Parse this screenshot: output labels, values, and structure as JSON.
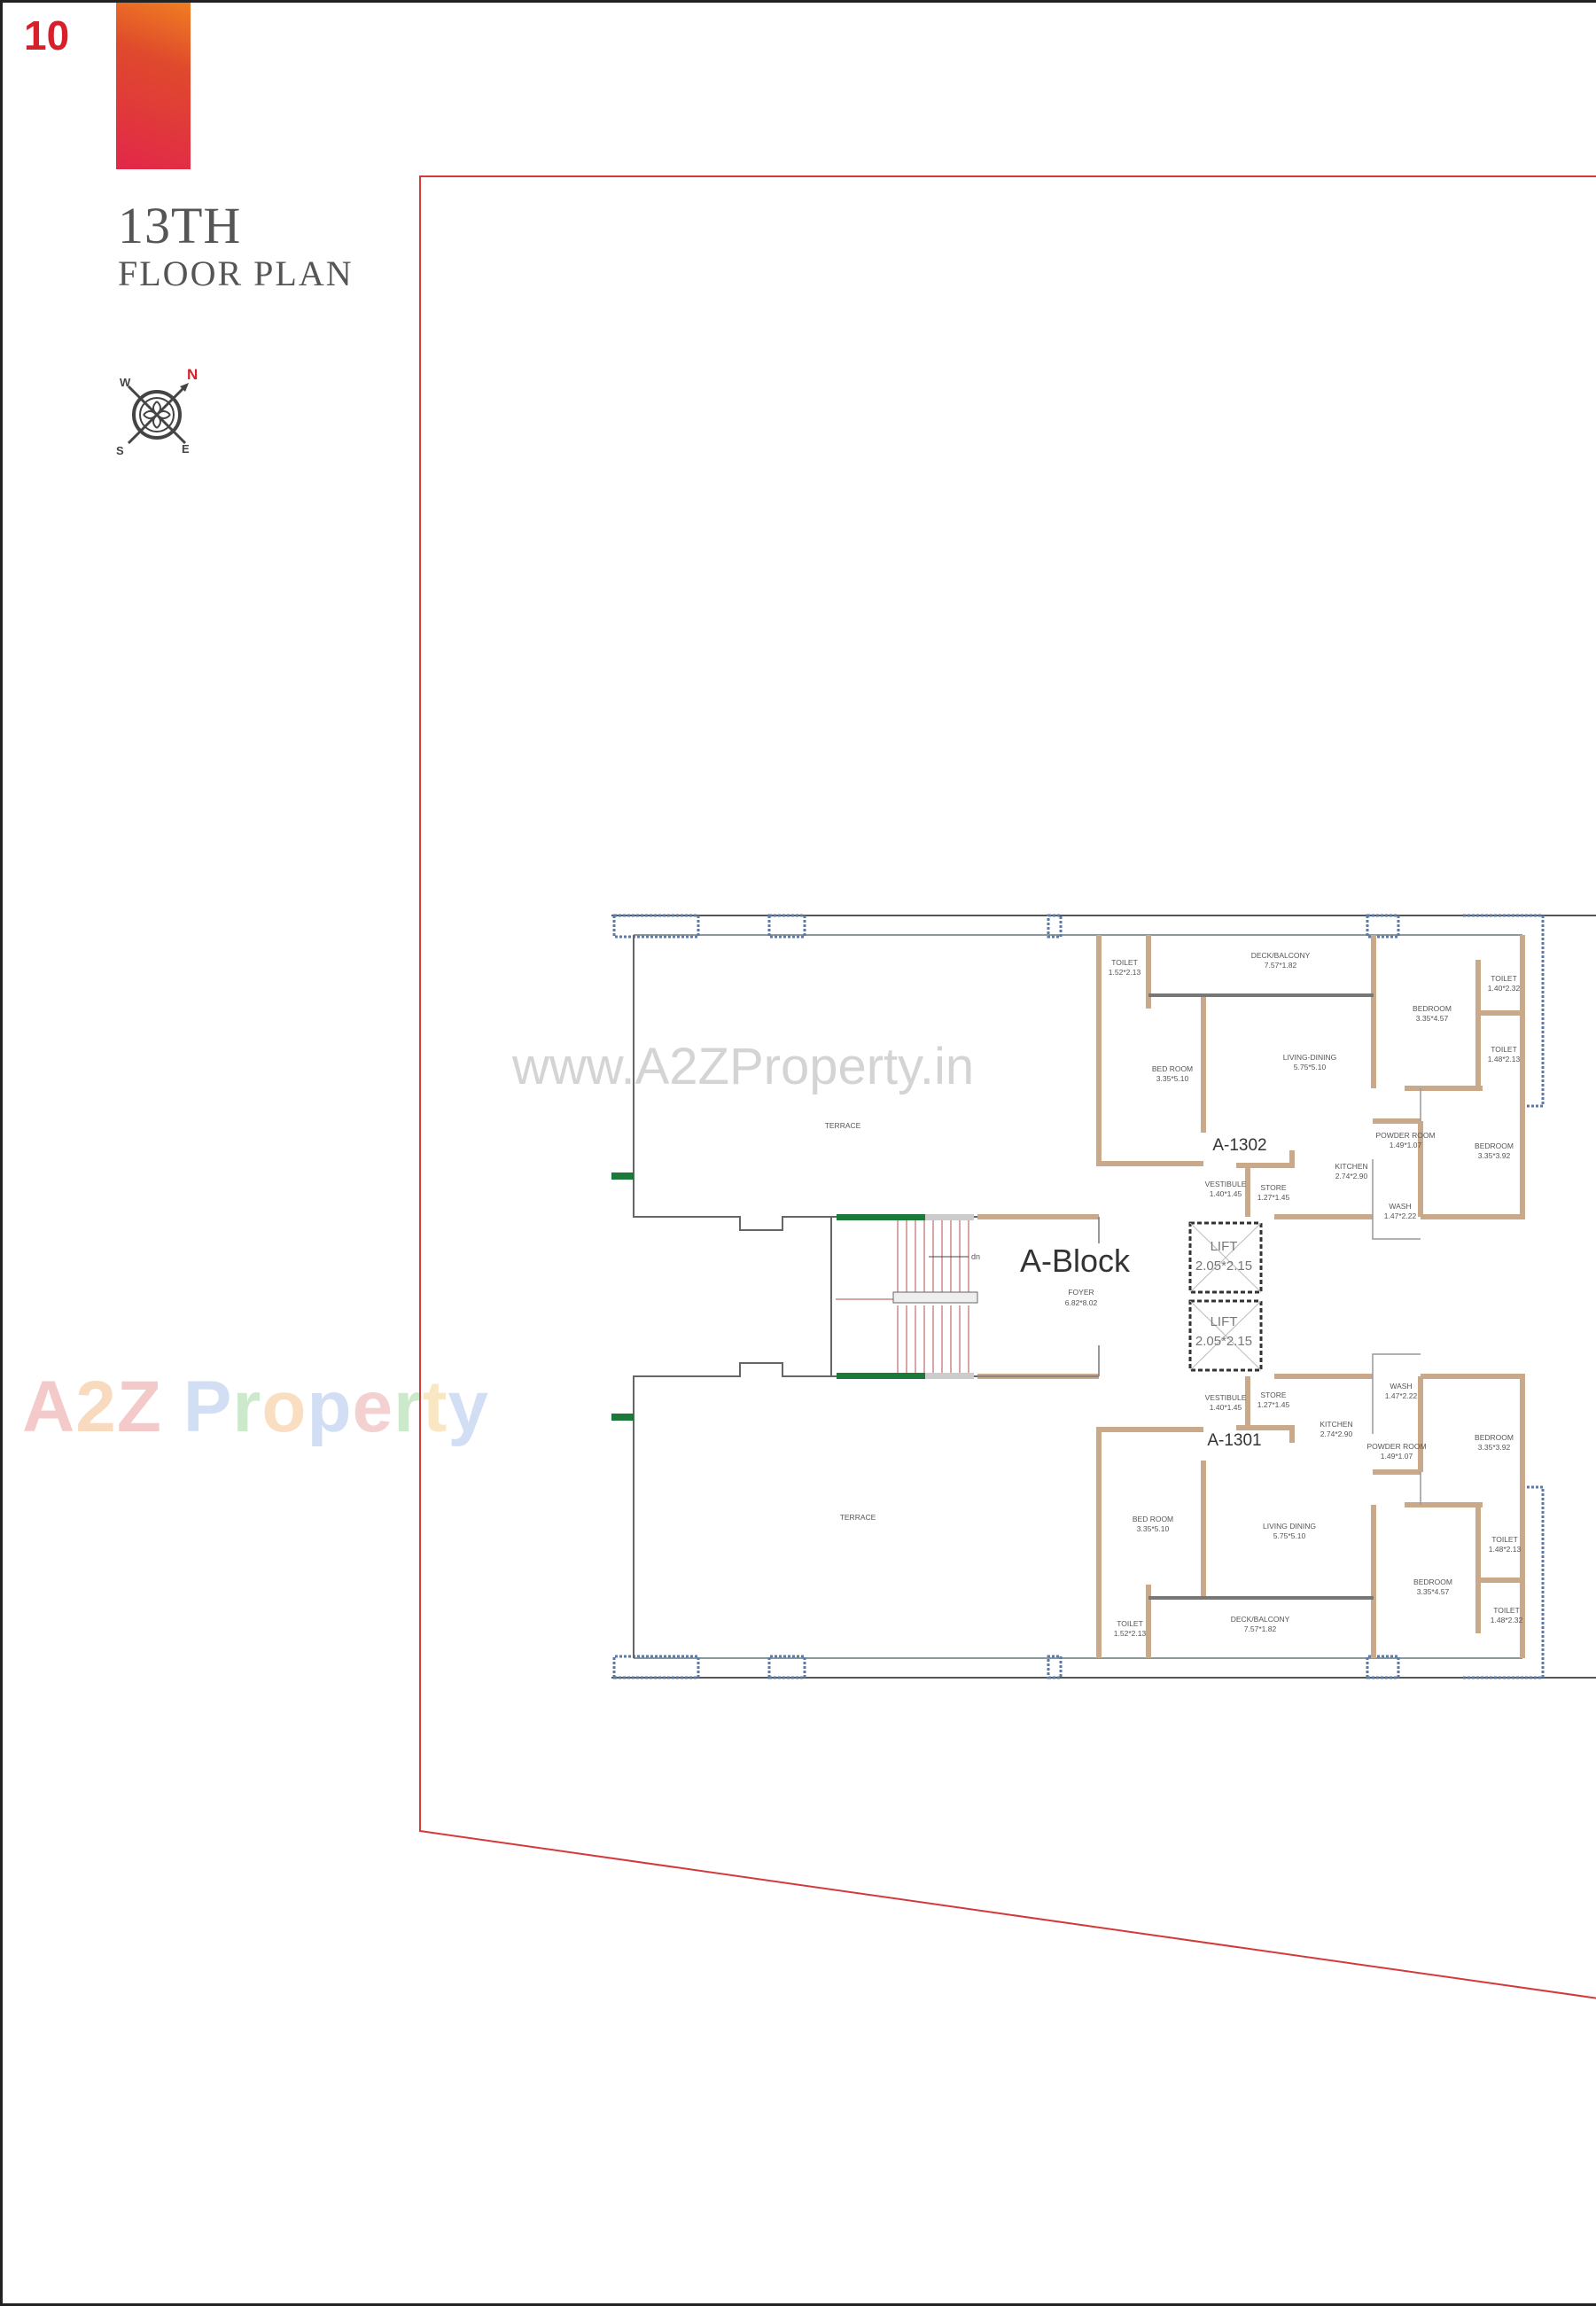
{
  "page": {
    "number": "10",
    "floor": "13TH",
    "title": "FLOOR PLAN"
  },
  "compass": {
    "north": "N",
    "south": "S",
    "east": "E",
    "west": "W"
  },
  "colors": {
    "accent_red": "#d7202a",
    "gradient_top": "#f07e22",
    "gradient_bottom": "#e2274a",
    "site_boundary": "#d33a3a",
    "wall_hatch": "#c9a98a",
    "stair_green": "#1b7a3a"
  },
  "plan": {
    "block": "A-Block",
    "foyer": {
      "name": "FOYER",
      "size": "6.82*8.02"
    },
    "lifts": [
      {
        "name": "LIFT",
        "size": "2.05*2.15"
      },
      {
        "name": "LIFT",
        "size": "2.05*2.15"
      }
    ],
    "stair_note": "dn",
    "terraces": [
      "TERRACE",
      "TERRACE"
    ],
    "units": [
      {
        "id": "A-1302",
        "rooms": [
          {
            "name": "TOILET",
            "size": "1.52*2.13"
          },
          {
            "name": "DECK/BALCONY",
            "size": "7.57*1.82"
          },
          {
            "name": "BEDROOM",
            "size": "3.35*4.57"
          },
          {
            "name": "TOILET",
            "size": "1.40*2.32"
          },
          {
            "name": "TOILET",
            "size": "1.48*2.13"
          },
          {
            "name": "BED ROOM",
            "size": "3.35*5.10"
          },
          {
            "name": "LIVING-DINING",
            "size": "5.75*5.10"
          },
          {
            "name": "POWDER ROOM",
            "size": "1.49*1.07"
          },
          {
            "name": "KITCHEN",
            "size": "2.74*2.90"
          },
          {
            "name": "BEDROOM",
            "size": "3.35*3.92"
          },
          {
            "name": "VESTIBULE",
            "size": "1.40*1.45"
          },
          {
            "name": "STORE",
            "size": "1.27*1.45"
          },
          {
            "name": "WASH",
            "size": "1.47*2.22"
          }
        ]
      },
      {
        "id": "A-1301",
        "rooms": [
          {
            "name": "VESTIBULE",
            "size": "1.40*1.45"
          },
          {
            "name": "STORE",
            "size": "1.27*1.45"
          },
          {
            "name": "KITCHEN",
            "size": "2.74*2.90"
          },
          {
            "name": "WASH",
            "size": "1.47*2.22"
          },
          {
            "name": "POWDER ROOM",
            "size": "1.49*1.07"
          },
          {
            "name": "BEDROOM",
            "size": "3.35*3.92"
          },
          {
            "name": "BED ROOM",
            "size": "3.35*5.10"
          },
          {
            "name": "LIVING DINING",
            "size": "5.75*5.10"
          },
          {
            "name": "TOILET",
            "size": "1.48*2.13"
          },
          {
            "name": "BEDROOM",
            "size": "3.35*4.57"
          },
          {
            "name": "TOILET",
            "size": "1.48*2.32"
          },
          {
            "name": "TOILET",
            "size": "1.52*2.13"
          },
          {
            "name": "DECK/BALCONY",
            "size": "7.57*1.82"
          }
        ]
      }
    ]
  },
  "watermarks": {
    "url": "www.A2ZProperty.in",
    "logo": "A2Z Property"
  }
}
